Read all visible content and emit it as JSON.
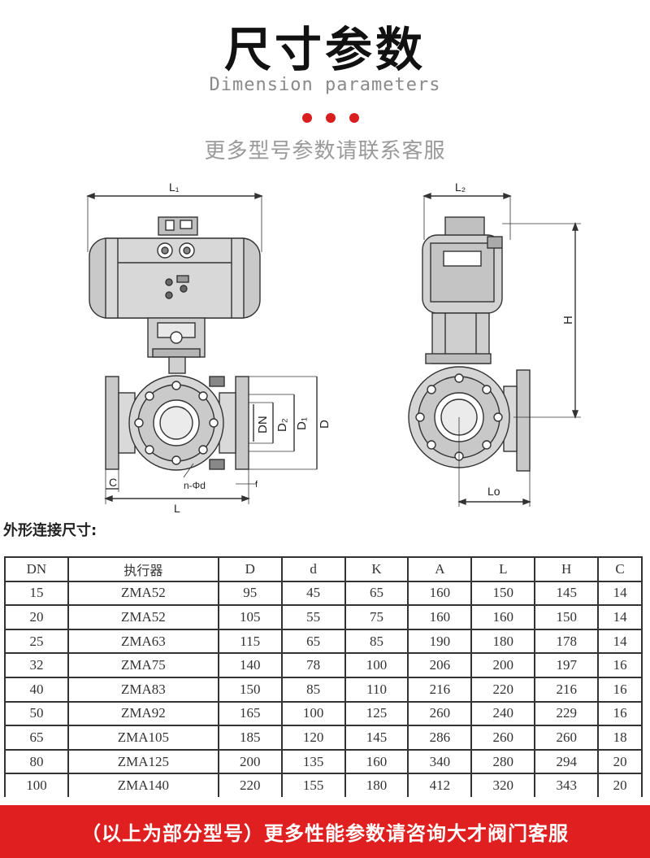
{
  "header": {
    "title": "尺寸参数",
    "subtitle": "Dimension parameters",
    "note": "更多型号参数请联系客服"
  },
  "drawing": {
    "labels": {
      "l1": "L₁",
      "l": "L",
      "c": "C",
      "ncircle": "n-Φd",
      "f": "f",
      "dn": "DN",
      "d2": "D₂",
      "d1": "D₁",
      "d": "D",
      "l2": "L₂",
      "h": "H",
      "lo": "Lo"
    }
  },
  "section_label": "外形连接尺寸:",
  "table": {
    "headers": [
      "DN",
      "执行器",
      "D",
      "d",
      "K",
      "A",
      "L",
      "H",
      "C"
    ],
    "rows": [
      [
        "15",
        "ZMA52",
        "95",
        "45",
        "65",
        "160",
        "150",
        "145",
        "14"
      ],
      [
        "20",
        "ZMA52",
        "105",
        "55",
        "75",
        "160",
        "160",
        "150",
        "14"
      ],
      [
        "25",
        "ZMA63",
        "115",
        "65",
        "85",
        "190",
        "180",
        "178",
        "14"
      ],
      [
        "32",
        "ZMA75",
        "140",
        "78",
        "100",
        "206",
        "200",
        "197",
        "16"
      ],
      [
        "40",
        "ZMA83",
        "150",
        "85",
        "110",
        "216",
        "220",
        "216",
        "16"
      ],
      [
        "50",
        "ZMA92",
        "165",
        "100",
        "125",
        "260",
        "240",
        "229",
        "16"
      ],
      [
        "65",
        "ZMA105",
        "185",
        "120",
        "145",
        "286",
        "260",
        "260",
        "18"
      ],
      [
        "80",
        "ZMA125",
        "200",
        "135",
        "160",
        "340",
        "280",
        "294",
        "20"
      ],
      [
        "100",
        "ZMA140",
        "220",
        "155",
        "180",
        "412",
        "320",
        "343",
        "20"
      ]
    ]
  },
  "footer": {
    "text": "（以上为部分型号）更多性能参数请咨询大才阀门客服"
  },
  "colors": {
    "accent": "#e02020",
    "dots": "#d81e1e",
    "muted": "#9a9a9a"
  }
}
